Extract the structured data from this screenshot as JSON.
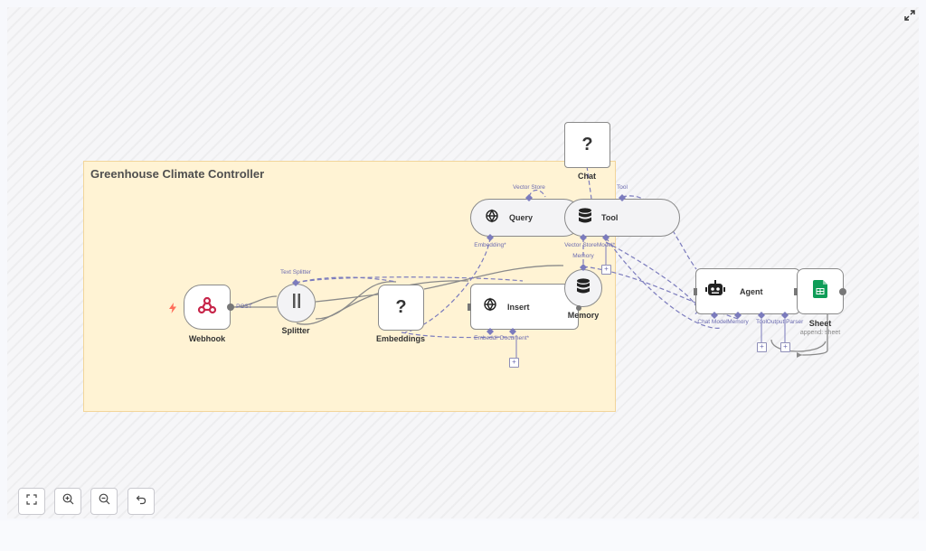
{
  "workflow": {
    "sticky_title": "Greenhouse Climate Controller",
    "trigger_icon": "lightning-icon"
  },
  "nodes": {
    "webhook": {
      "label": "Webhook",
      "icon": "webhook-icon"
    },
    "splitter": {
      "label": "Splitter",
      "icon": "pause-icon"
    },
    "embeddings": {
      "label": "Embeddings",
      "icon": "question-icon"
    },
    "insert": {
      "label": "Insert",
      "icon": "openai-icon"
    },
    "memory": {
      "label": "Memory",
      "icon": "database-icon"
    },
    "query": {
      "label": "Query",
      "icon": "openai-icon"
    },
    "tool": {
      "label": "Tool",
      "icon": "database-icon"
    },
    "chat": {
      "label": "Chat",
      "icon": "question-icon"
    },
    "agent": {
      "label": "Agent",
      "icon": "robot-icon"
    },
    "sheet": {
      "label": "Sheet",
      "sub": "append: sheet",
      "icon": "google-sheets-icon"
    }
  },
  "ports": {
    "post": "POST",
    "text_splitter": "Text Splitter",
    "vector_store": "Vector Store",
    "tool": "Tool",
    "embedding": "Embedding*",
    "vector_store2": "Vector Store",
    "model": "Model*",
    "memory": "Memory",
    "embedding_insert": "Embeddi",
    "document": "Document*",
    "chat_model": "Chat Model",
    "memory_agent": "Memory",
    "tool_agent": "Tool",
    "output_parser": "Output Parser"
  },
  "controls": {
    "fit": "fit-view-icon",
    "zoom_in": "zoom-in-icon",
    "zoom_out": "zoom-out-icon",
    "undo": "undo-icon",
    "fullscreen": "fullscreen-icon"
  },
  "colors": {
    "sticky": "#fff3d4",
    "port": "#7b7bbd",
    "edge": "#8a8a8a",
    "webhook_pink": "#c7264a",
    "sheets_green": "#0f9d58",
    "trigger_red": "#ff6d5a"
  }
}
